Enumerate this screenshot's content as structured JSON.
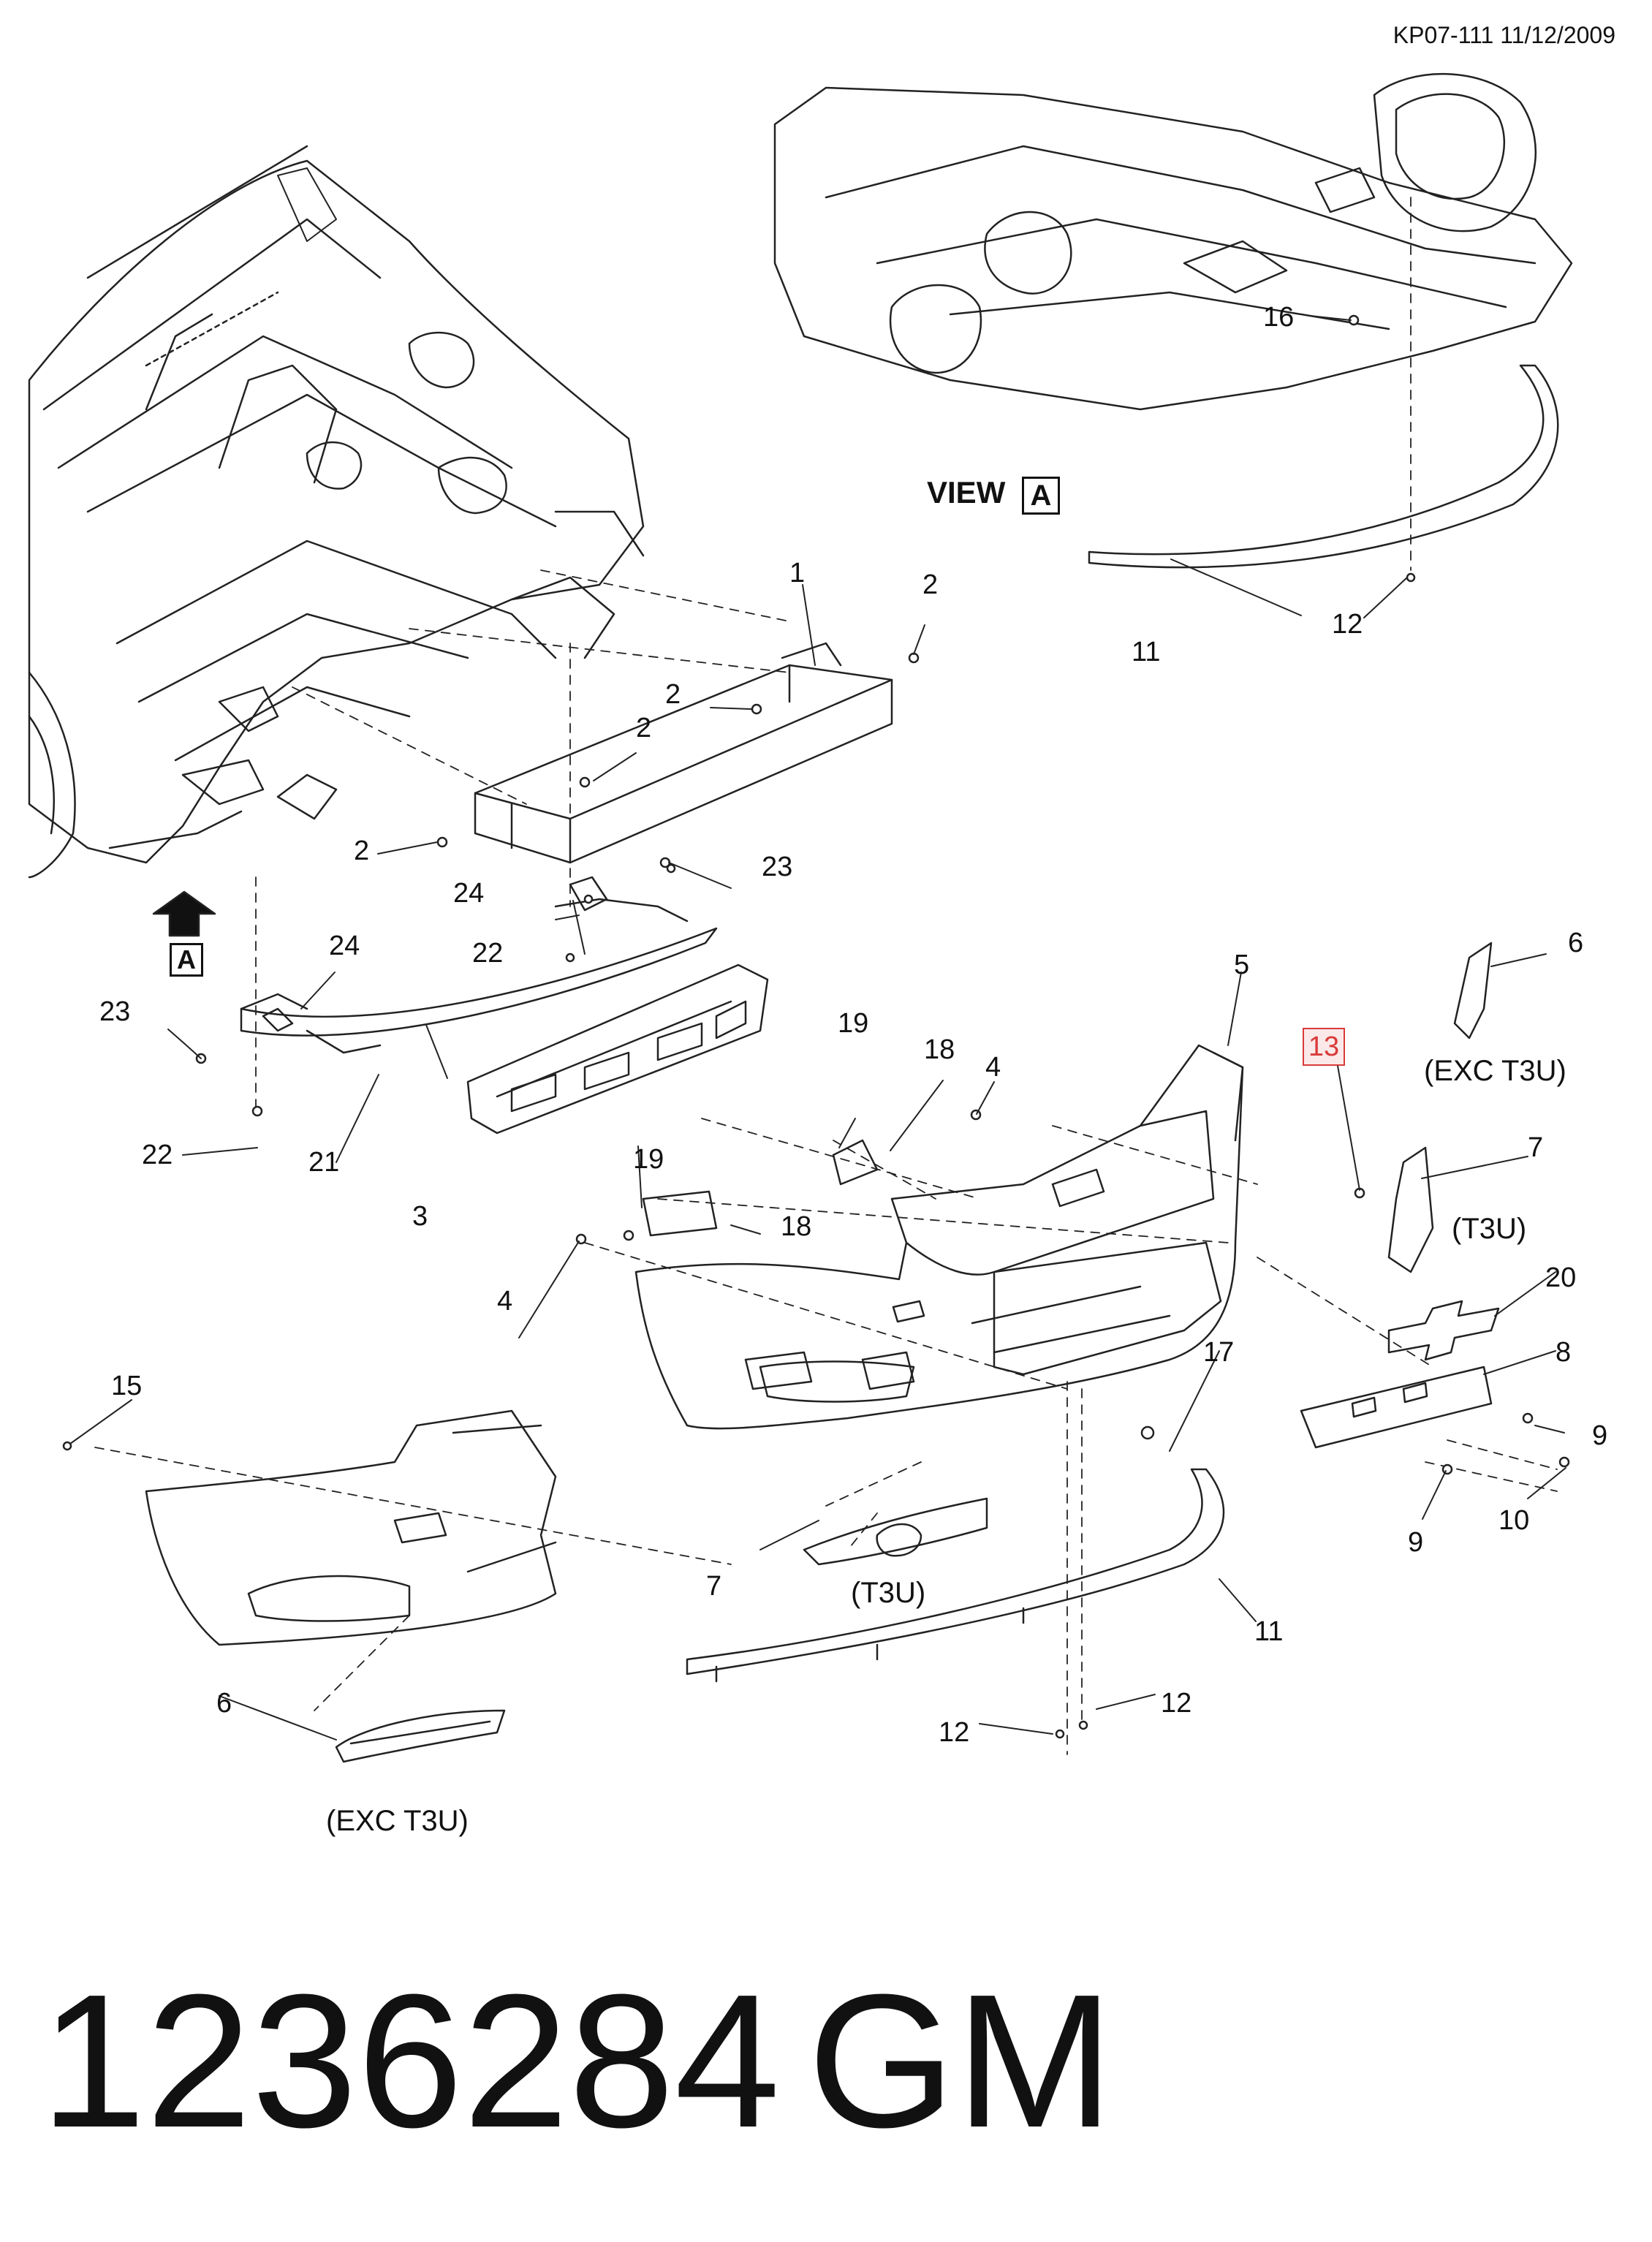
{
  "header": {
    "doc_ref": "KP07-111 11/12/2009"
  },
  "view": {
    "label": "VIEW",
    "marker": "A"
  },
  "arrow_marker": "A",
  "highlight_callout": "13",
  "footer": {
    "part_number": "1236284",
    "make": "GM"
  },
  "notes": {
    "exc_t3u": "(EXC T3U)",
    "t3u": "(T3U)"
  },
  "callouts": {
    "c1": "1",
    "c2a": "2",
    "c2b": "2",
    "c2c": "2",
    "c2d": "2",
    "c3": "3",
    "c4a": "4",
    "c4b": "4",
    "c5": "5",
    "c6a": "6",
    "c6b": "6",
    "c7a": "7",
    "c7b": "7",
    "c8": "8",
    "c9a": "9",
    "c9b": "9",
    "c10": "10",
    "c11a": "11",
    "c11b": "11",
    "c12a": "12",
    "c12b": "12",
    "c12c": "12",
    "c15": "15",
    "c16": "16",
    "c17": "17",
    "c18a": "18",
    "c18b": "18",
    "c19a": "19",
    "c19b": "19",
    "c20": "20",
    "c21": "21",
    "c22a": "22",
    "c22b": "22",
    "c23a": "23",
    "c23b": "23",
    "c24a": "24",
    "c24b": "24"
  }
}
